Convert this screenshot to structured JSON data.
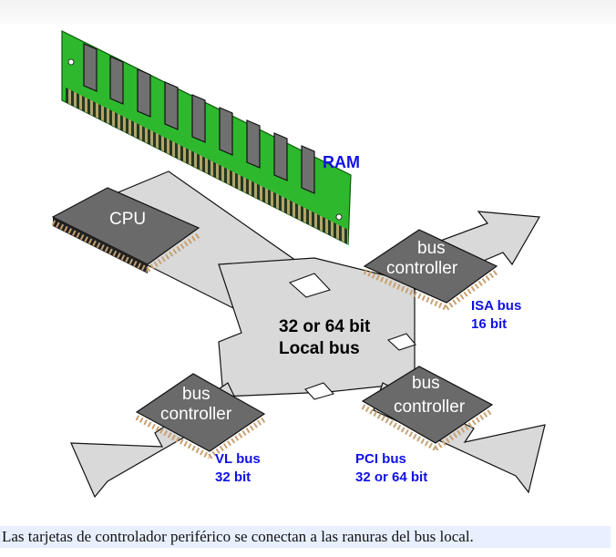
{
  "diagram": {
    "ram_label": "RAM",
    "cpu_label": "CPU",
    "center_line1": "32 or 64 bit",
    "center_line2": "Local bus",
    "controller_line1": "bus",
    "controller_line2": "controller",
    "isa_bus": {
      "line1": "ISA bus",
      "line2": "16 bit"
    },
    "vl_bus": {
      "line1": "VL bus",
      "line2": "32 bit"
    },
    "pci_bus": {
      "line1": "PCI bus",
      "line2": "32 or 64 bit"
    }
  },
  "caption": "Las tarjetas de controlador periférico se conectan a las ranuras del bus local.",
  "colors": {
    "bus": "#d9d9d9",
    "chip": "#6a6a6a",
    "ram_board": "#2eb82e",
    "label_blue": "#1010e6",
    "caption_bg": "#e8f0ff"
  }
}
